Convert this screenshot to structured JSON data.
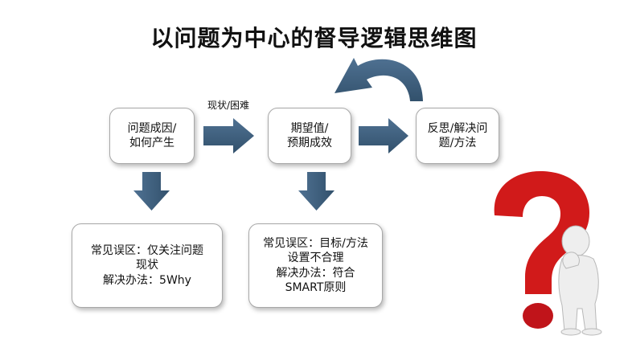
{
  "title": "以问题为中心的督导逻辑思维图",
  "boxes": {
    "cause": "问题成因/\n如何产生",
    "expectation": "期望值/\n预期成效",
    "reflection": "反思/解决问\n题/方法",
    "mistake1": "常见误区：仅关注问题\n现状\n解决办法：5Why",
    "mistake2": "常见误区：目标/方法\n设置不合理\n解决办法：符合\nSMART原则"
  },
  "arrow_label": "现状/困难",
  "colors": {
    "arrow_fill": "#3d5f7e",
    "box_border": "#a8a8a8",
    "question_mark": "#d11a1a",
    "figure": "#e8e8e8"
  },
  "icons": {
    "figure": "thinking-person-with-question-mark-icon"
  }
}
